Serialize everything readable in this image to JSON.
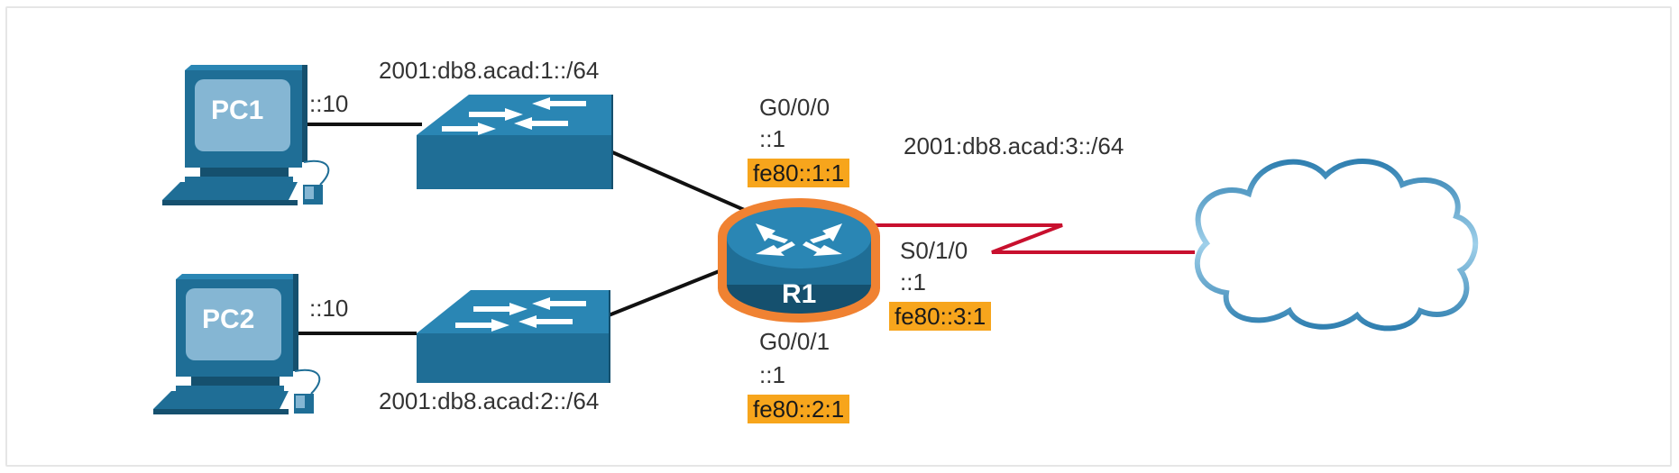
{
  "devices": {
    "pc1": "PC1",
    "pc2": "PC2",
    "router": "R1"
  },
  "networks": {
    "lan1": "2001:db8.acad:1::/64",
    "lan2": "2001:db8.acad:2::/64",
    "wan": "2001:db8.acad:3::/64"
  },
  "hosts": {
    "pc1_addr": "::10",
    "pc2_addr": "::10"
  },
  "interfaces": {
    "g000": {
      "name": "G0/0/0",
      "gua": "::1",
      "lla": "fe80::1:1"
    },
    "g001": {
      "name": "G0/0/1",
      "gua": "::1",
      "lla": "fe80::2:1"
    },
    "s010": {
      "name": "S0/1/0",
      "gua": "::1",
      "lla": "fe80::3:1"
    }
  },
  "colors": {
    "device_blue": "#1f6e96",
    "device_dark": "#15506e",
    "router_ring": "#f08232",
    "serial_link": "#c8102e",
    "lla_highlight": "#f7a51c",
    "cloud_stroke": "#3a86b3"
  }
}
